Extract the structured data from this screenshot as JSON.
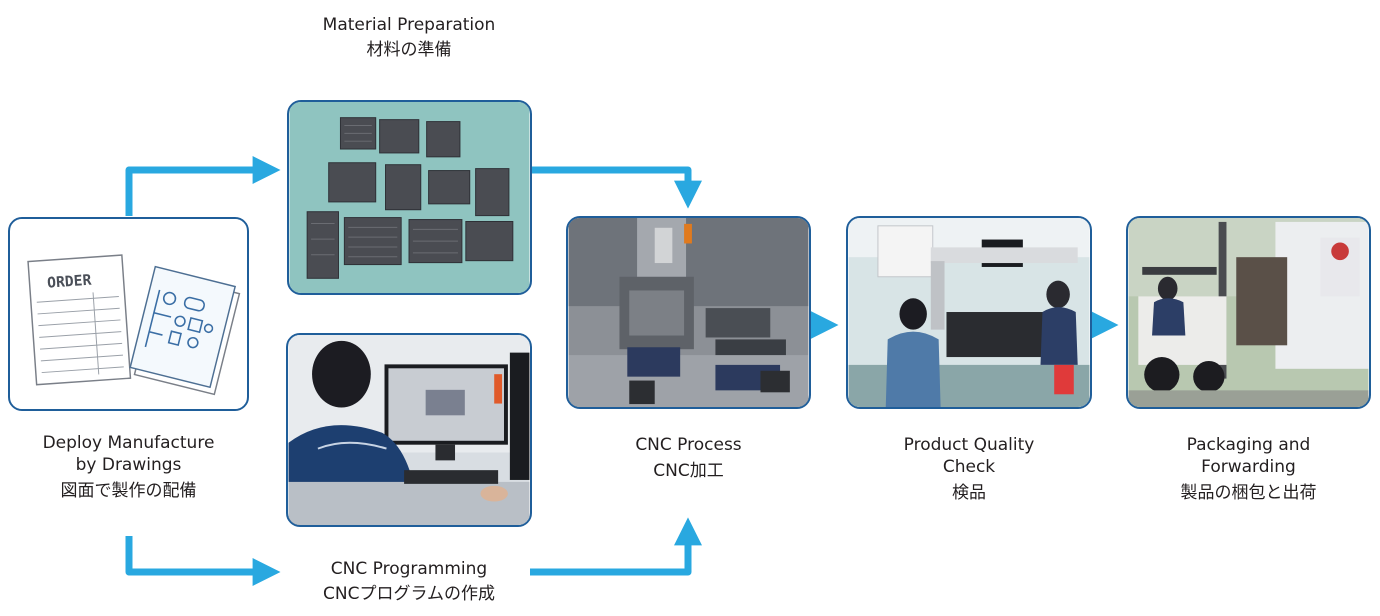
{
  "steps": {
    "deploy": {
      "en_line1": "Deploy Manufacture",
      "en_line2": "by Drawings",
      "jp": "図面で製作の配備",
      "order_text": "ORDER"
    },
    "material": {
      "en": "Material Preparation",
      "jp": "材料の準備"
    },
    "programming": {
      "en": "CNC Programming",
      "jp": "CNCプログラムの作成"
    },
    "cnc": {
      "en": "CNC Process",
      "jp": "CNC加工"
    },
    "quality": {
      "en_line1": "Product Quality",
      "en_line2": "Check",
      "jp": "検品"
    },
    "packaging": {
      "en_line1": "Packaging and",
      "en_line2": "Forwarding",
      "jp": "製品の梱包と出荷"
    }
  },
  "colors": {
    "arrow": "#29a8e0",
    "border": "#1f5e9a",
    "text": "#231f20"
  }
}
